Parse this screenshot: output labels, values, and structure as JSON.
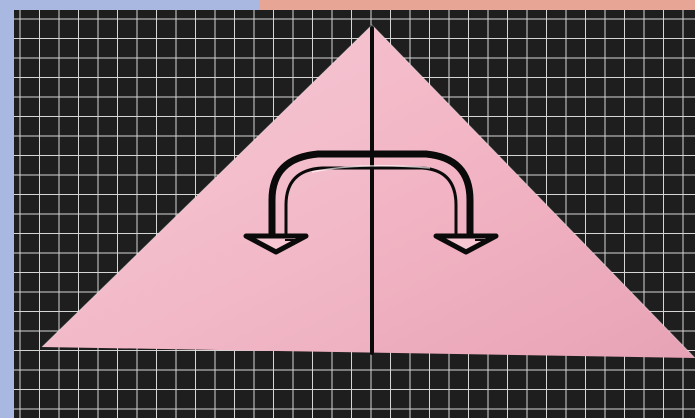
{
  "image": {
    "subject": "origami-instruction-step",
    "colors": {
      "border_blue": "#a8b8e0",
      "mat_black": "#1e1e1e",
      "grid_lines": "#e9e9e9",
      "paper_pink": "#f2b4c4",
      "paper_pink_light": "#f7c7d3",
      "paper_pink_dark": "#e7a3b6",
      "marker_black": "#0a0a0a",
      "top_strip_peach": "#e7a596"
    },
    "icons": [
      "fold-line",
      "fold-over-arrow-left",
      "fold-over-arrow-right"
    ]
  }
}
